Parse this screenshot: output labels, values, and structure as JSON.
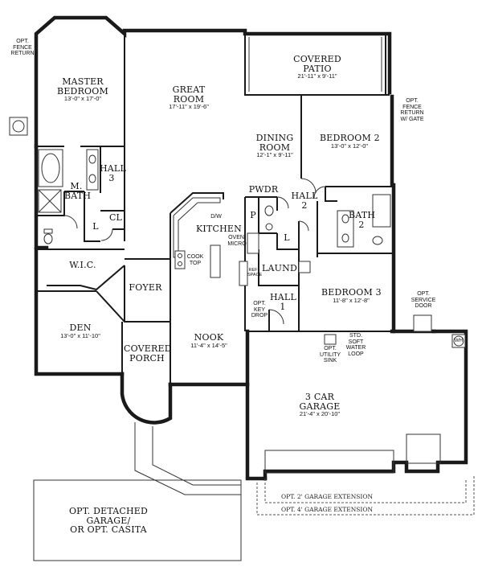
{
  "plan": {
    "rooms": {
      "master_bedroom": {
        "name1": "MASTER",
        "name2": "BEDROOM",
        "dims": "13'-0\" x 17'-0\""
      },
      "great_room": {
        "name1": "GREAT",
        "name2": "ROOM",
        "dims": "17'-11\" x 19'-6\""
      },
      "covered_patio": {
        "name1": "COVERED",
        "name2": "PATIO",
        "dims": "21'-11\" x 9'-11\""
      },
      "dining_room": {
        "name1": "DINING",
        "name2": "ROOM",
        "dims": "12'-1\" x 9'-11\""
      },
      "bedroom_2": {
        "name1": "BEDROOM 2",
        "dims": "13'-0\" x 12'-0\""
      },
      "bedroom_3": {
        "name1": "BEDROOM 3",
        "dims": "11'-8\" x 12'-8\""
      },
      "den": {
        "name1": "DEN",
        "dims": "13'-0\" x 11'-10\""
      },
      "nook": {
        "name1": "NOOK",
        "dims": "11'-4\" x 14'-5\""
      },
      "garage": {
        "name1": "3 CAR",
        "name2": "GARAGE",
        "dims": "21'-4\" x 20'-10\""
      },
      "kitchen": {
        "name1": "KITCHEN"
      },
      "foyer": {
        "name1": "FOYER"
      },
      "covered_porch": {
        "name1": "COVERED",
        "name2": "PORCH"
      },
      "wic": {
        "name1": "W.I.C."
      },
      "laund": {
        "name1": "LAUND"
      },
      "m_bath": {
        "name1": "M.",
        "name2": "BATH"
      },
      "bath_2": {
        "name1": "BATH",
        "name2": "2"
      },
      "hall_1": {
        "name1": "HALL",
        "name2": "1"
      },
      "hall_2": {
        "name1": "HALL",
        "name2": "2"
      },
      "hall_3": {
        "name1": "HALL",
        "name2": "3"
      },
      "pwdr": {
        "name1": "PWDR"
      },
      "cl": {
        "name1": "CL"
      },
      "p": {
        "name1": "P"
      },
      "l_master": {
        "name1": "L"
      },
      "l_laund": {
        "name1": "L"
      }
    },
    "notes": {
      "opt_fence_return": [
        "OPT.",
        "FENCE",
        "RETURN"
      ],
      "opt_fence_return_gate": [
        "OPT.",
        "FENCE",
        "RETURN",
        "W/ GATE"
      ],
      "dw": "D/W",
      "oven_micro": [
        "OVEN/",
        "MICRO"
      ],
      "cook_top": [
        "COOK",
        "TOP"
      ],
      "ref_space": [
        "REF",
        "SPACE"
      ],
      "opt_key_drop": [
        "OPT.",
        "KEY",
        "DROP"
      ],
      "opt_utility_sink": [
        "OPT.",
        "UTILITY",
        "SINK"
      ],
      "std_soft_water": [
        "STD.",
        "SOFT",
        "WATER",
        "LOOP"
      ],
      "opt_service_door": [
        "OPT.",
        "SERVICE",
        "DOOR"
      ],
      "wh": "WH",
      "opt_2_garage_ext": "OPT. 2' GARAGE EXTENSION",
      "opt_4_garage_ext": "OPT. 4' GARAGE EXTENSION",
      "opt_detached_garage": [
        "OPT. DETACHED",
        "GARAGE/",
        "OR OPT. CASITA"
      ]
    }
  }
}
